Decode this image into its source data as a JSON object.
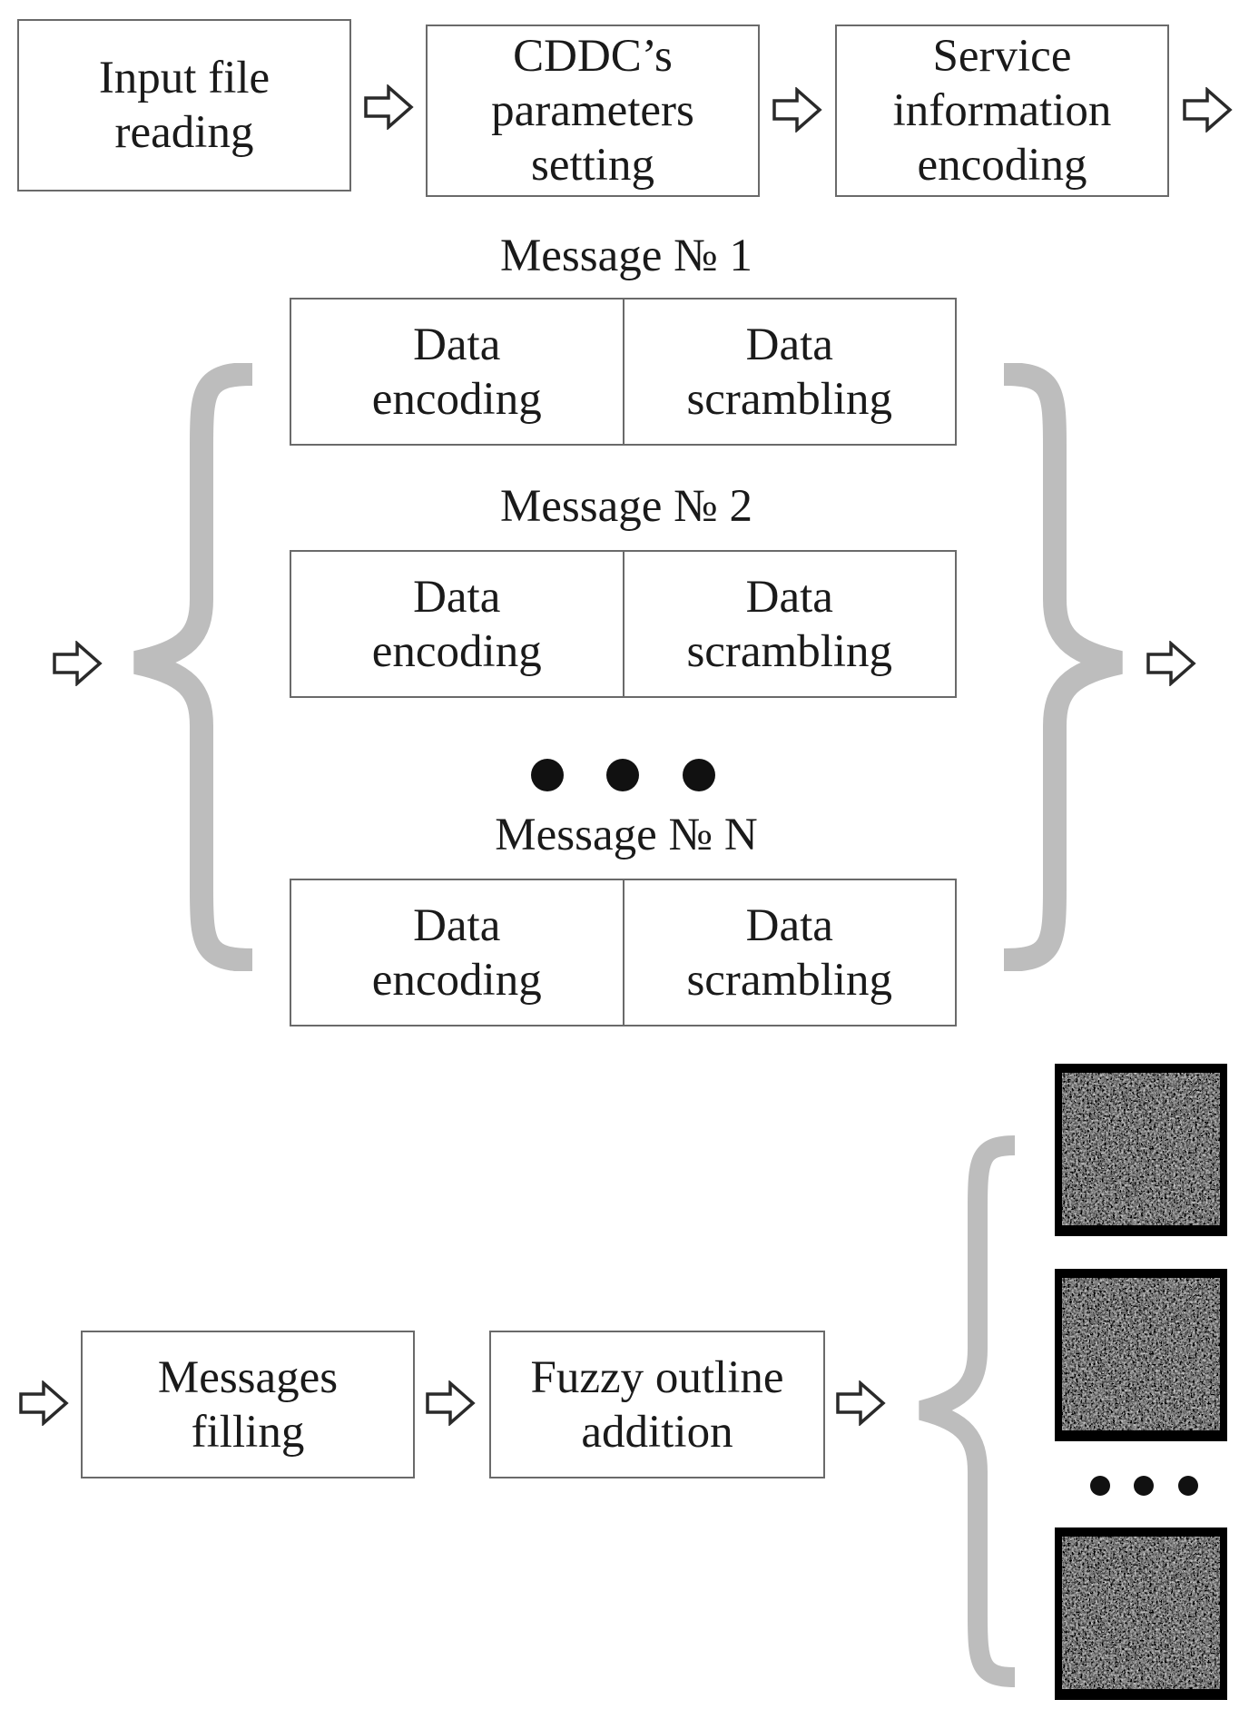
{
  "colors": {
    "box_border": "#6a6a6a",
    "brace": "#bdbdbd",
    "text": "#1a1a1a",
    "dots": "#111111"
  },
  "top_row": {
    "step1": "Input file\nreading",
    "step2": "CDDC’s\nparameters\nsetting",
    "step3": "Service\ninformation\nencoding"
  },
  "messages": [
    {
      "label": "Message № 1",
      "encoding": "Data\nencoding",
      "scrambling": "Data\nscrambling"
    },
    {
      "label": "Message № 2",
      "encoding": "Data\nencoding",
      "scrambling": "Data\nscrambling"
    },
    {
      "label": "Message № N",
      "encoding": "Data\nencoding",
      "scrambling": "Data\nscrambling"
    }
  ],
  "bottom_row": {
    "step1": "Messages\nfilling",
    "step2": "Fuzzy outline\naddition"
  },
  "icons": {
    "flow_arrow": "hollow-right-arrow-icon",
    "ellipsis": "ellipsis-dots-icon",
    "output_code": "noise-code-image"
  }
}
